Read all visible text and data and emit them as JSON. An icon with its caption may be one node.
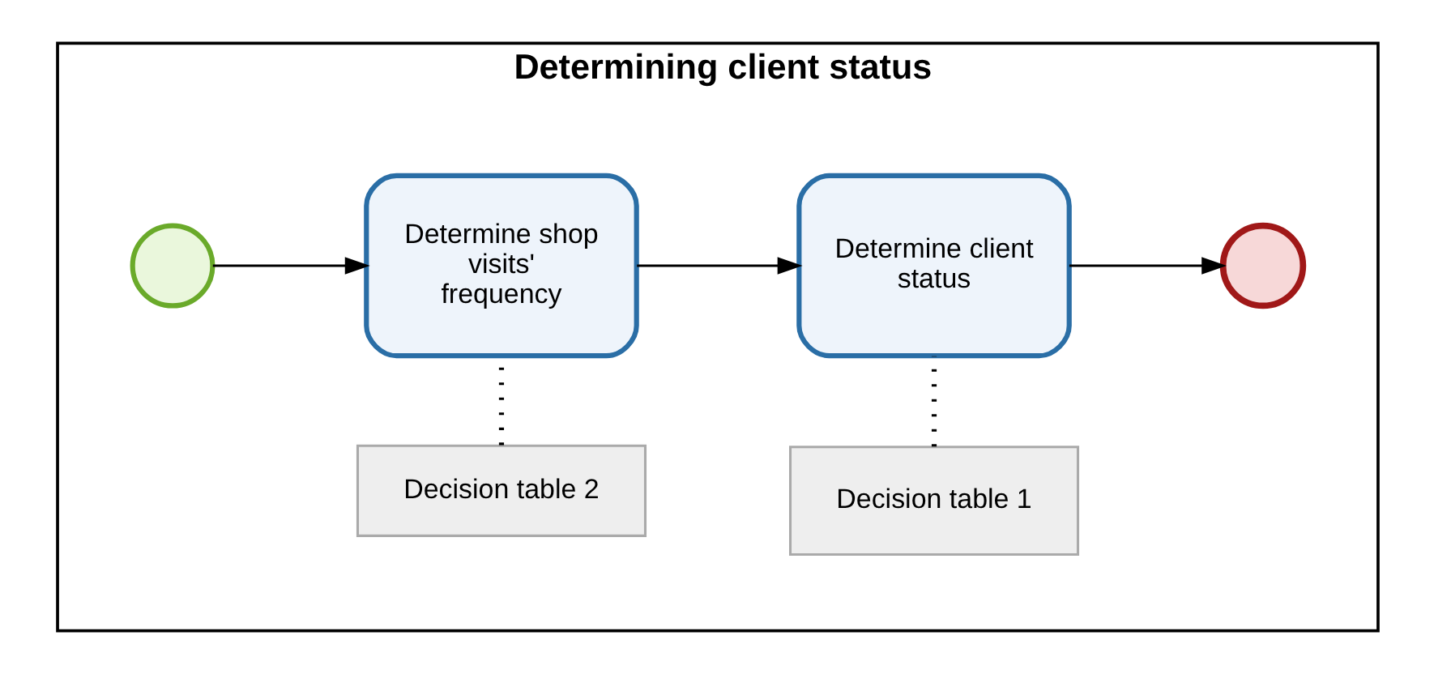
{
  "diagram": {
    "nodes": [
      {
        "text": [
          "Determining client status"
        ]
      },
      {
        "text": [],
        "shape": "circle",
        "in": 0
      },
      {
        "text": [
          "Determine shop visits' frequency"
        ],
        "in": 0
      },
      {
        "text": [
          "Determine client status"
        ],
        "in": 0
      },
      {
        "text": [],
        "shape": "circle",
        "in": 0
      },
      {
        "text": [
          "Decision table 2"
        ],
        "in": 0
      },
      {
        "text": [
          "Decision table 1"
        ],
        "in": 0
      }
    ],
    "edges": [
      {
        "from": 1,
        "to": 2,
        "arrow": "to"
      },
      {
        "from": 2,
        "to": 3,
        "arrow": "to"
      },
      {
        "from": 3,
        "to": 4,
        "arrow": "to"
      },
      {
        "from": 2,
        "to": 5,
        "arrow": "none",
        "style": "dashed"
      },
      {
        "from": 3,
        "to": 6,
        "arrow": "none",
        "style": "dashed"
      }
    ]
  }
}
